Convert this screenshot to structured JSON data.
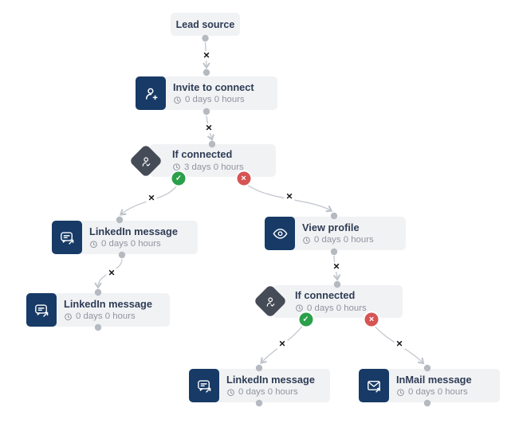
{
  "nodes": {
    "lead_source": {
      "label": "Lead source"
    },
    "invite_to_connect": {
      "title": "Invite to connect",
      "delay": "0 days 0 hours",
      "icon": "person-add-icon"
    },
    "if_connected_1": {
      "title": "If connected",
      "delay": "3 days 0 hours",
      "icon": "person-check-icon"
    },
    "linkedin_message_1": {
      "title": "LinkedIn message",
      "delay": "0 days 0 hours",
      "icon": "chat-message-icon"
    },
    "linkedin_message_2": {
      "title": "LinkedIn message",
      "delay": "0 days 0 hours",
      "icon": "chat-message-icon"
    },
    "view_profile": {
      "title": "View profile",
      "delay": "0 days 0 hours",
      "icon": "eye-icon"
    },
    "if_connected_2": {
      "title": "If connected",
      "delay": "0 days 0 hours",
      "icon": "person-check-icon"
    },
    "linkedin_message_3": {
      "title": "LinkedIn message",
      "delay": "0 days 0 hours",
      "icon": "chat-message-icon"
    },
    "inmail_message": {
      "title": "InMail message",
      "delay": "0 days 0 hours",
      "icon": "send-mail-icon"
    }
  },
  "controls": {
    "delete_edge_glyph": "✕",
    "branch_yes_glyph": "✓",
    "branch_no_glyph": "✕"
  },
  "colors": {
    "node_background": "#f1f2f4",
    "icon_navy": "#173a66",
    "diamond_gray": "#464c57",
    "title_text": "#2e3c55",
    "meta_text": "#8f95a0",
    "edge_gray": "#c6cad1",
    "branch_yes_green": "#2ba04a",
    "branch_no_red": "#d65454"
  }
}
